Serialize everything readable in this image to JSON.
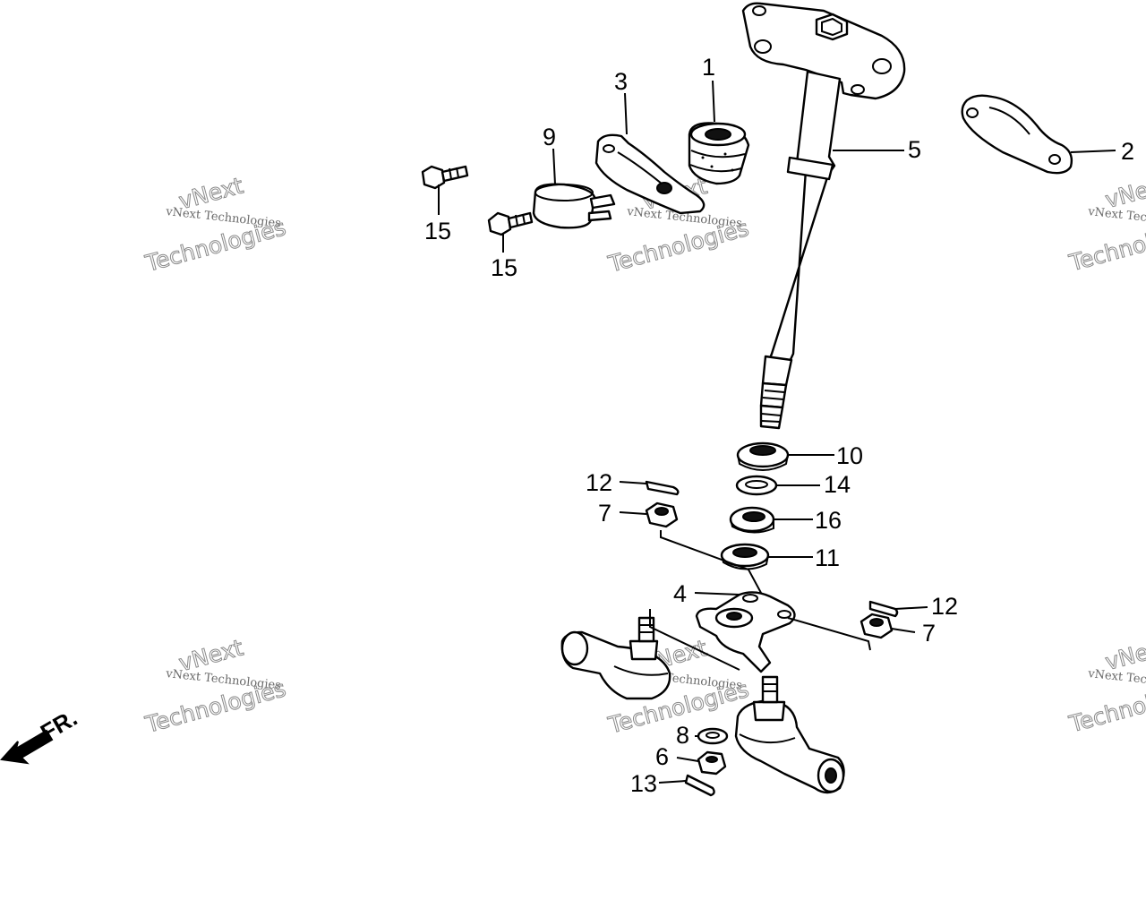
{
  "diagram": {
    "callouts": {
      "c1": "1",
      "c2": "2",
      "c3": "3",
      "c4": "4",
      "c5": "5",
      "c6": "6",
      "c7a": "7",
      "c7b": "7",
      "c8": "8",
      "c9": "9",
      "c10": "10",
      "c11": "11",
      "c12a": "12",
      "c12b": "12",
      "c13": "13",
      "c14": "14",
      "c15a": "15",
      "c15b": "15",
      "c16": "16"
    },
    "front_indicator": "FR.",
    "watermark": {
      "line1": "vNext Technologies",
      "line2": "vNext",
      "line3": "Technologies"
    }
  }
}
